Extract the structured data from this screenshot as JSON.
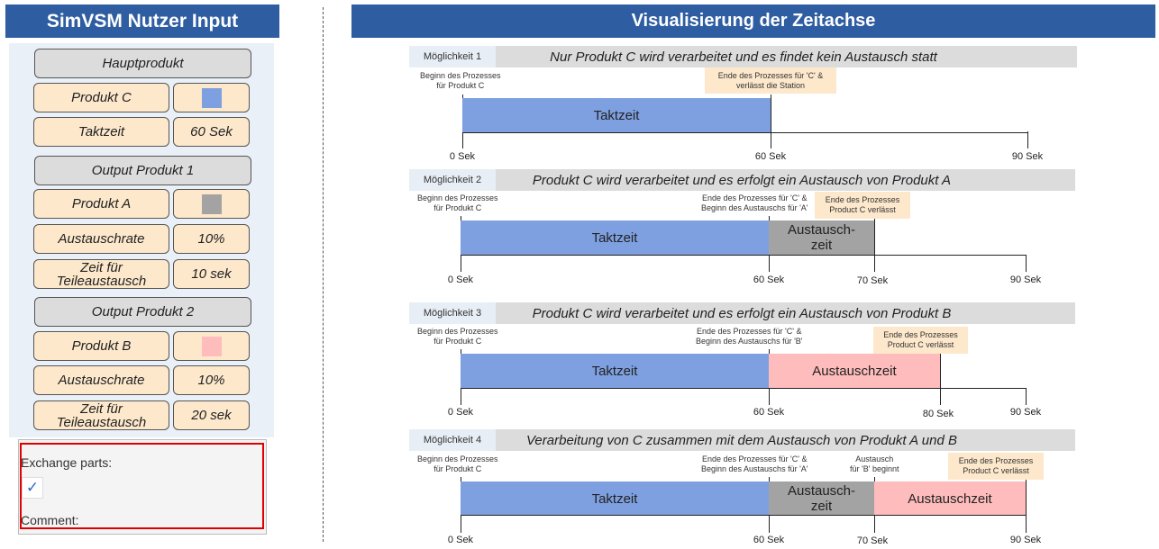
{
  "left": {
    "header": "SimVSM Nutzer Input",
    "hauptprodukt": "Hauptprodukt",
    "produkt_c": "Produkt C",
    "produkt_c_color": "#7ea0e0",
    "taktzeit_label": "Taktzeit",
    "taktzeit_value": "60 Sek",
    "output1": "Output Produkt 1",
    "produkt_a": "Produkt A",
    "produkt_a_color": "#a3a3a3",
    "austauschrate1_label": "Austauschrate",
    "austauschrate1_value": "10%",
    "zeit1_label": "Zeit für Teileaustausch",
    "zeit1_value": "10 sek",
    "output2": "Output Produkt 2",
    "produkt_b": "Produkt B",
    "produkt_b_color": "#ffbcbc",
    "austauschrate2_label": "Austauschrate",
    "austauschrate2_value": "10%",
    "zeit2_label": "Zeit für Teileaustausch",
    "zeit2_value": "20 sek",
    "exchange_label": "Exchange parts:",
    "exchange_checked": true,
    "comment_label": "Comment:"
  },
  "right": {
    "header": "Visualisierung der Zeitachse",
    "options": [
      {
        "tag": "Möglichkeit 1",
        "title": "Nur Produkt C wird verarbeitet und es findet kein Austausch statt",
        "note_start": "Beginn des Prozesses\nfür Produkt C",
        "note_mid": "",
        "note_mid2": "",
        "note_box": "Ende des Prozesses für 'C' &\nverlässt die Station",
        "bars": [
          {
            "label": "Taktzeit",
            "color": "blue"
          }
        ],
        "ticks": [
          "0 Sek",
          "60 Sek",
          "90 Sek"
        ]
      },
      {
        "tag": "Möglichkeit 2",
        "title": "Produkt C wird verarbeitet und es erfolgt ein Austausch von Produkt A",
        "note_start": "Beginn des Prozesses\nfür Produkt C",
        "note_mid": "Ende des Prozesses für 'C' &\nBeginn des Austauschs für 'A'",
        "note_mid2": "",
        "note_box": "Ende des Prozesses\nProduct C verlässt",
        "bars": [
          {
            "label": "Taktzeit",
            "color": "blue"
          },
          {
            "label": "Austausch-\nzeit",
            "color": "grey"
          }
        ],
        "ticks": [
          "0 Sek",
          "60 Sek",
          "70 Sek",
          "90 Sek"
        ]
      },
      {
        "tag": "Möglichkeit 3",
        "title": "Produkt C wird verarbeitet und es erfolgt ein Austausch von Produkt B",
        "note_start": "Beginn des Prozesses\nfür Produkt C",
        "note_mid": "Ende des Prozesses für 'C' &\nBeginn des Austauschs für 'B'",
        "note_mid2": "",
        "note_box": "Ende des Prozesses\nProduct C verlässt",
        "bars": [
          {
            "label": "Taktzeit",
            "color": "blue"
          },
          {
            "label": "Austauschzeit",
            "color": "pink"
          }
        ],
        "ticks": [
          "0 Sek",
          "60 Sek",
          "80 Sek",
          "90 Sek"
        ]
      },
      {
        "tag": "Möglichkeit 4",
        "title": "Verarbeitung von C zusammen mit dem Austausch von Produkt A und B",
        "note_start": "Beginn des Prozesses\nfür Produkt C",
        "note_mid": "Ende des Prozesses für 'C' &\nBeginn des Austauschs für 'A'",
        "note_mid2": "Austausch\nfür 'B' beginnt",
        "note_box": "Ende des Prozesses\nProduct C verlässt",
        "bars": [
          {
            "label": "Taktzeit",
            "color": "blue"
          },
          {
            "label": "Austausch-\nzeit",
            "color": "grey"
          },
          {
            "label": "Austauschzeit",
            "color": "pink"
          }
        ],
        "ticks": [
          "0 Sek",
          "60 Sek",
          "70 Sek",
          "90 Sek"
        ]
      }
    ]
  }
}
